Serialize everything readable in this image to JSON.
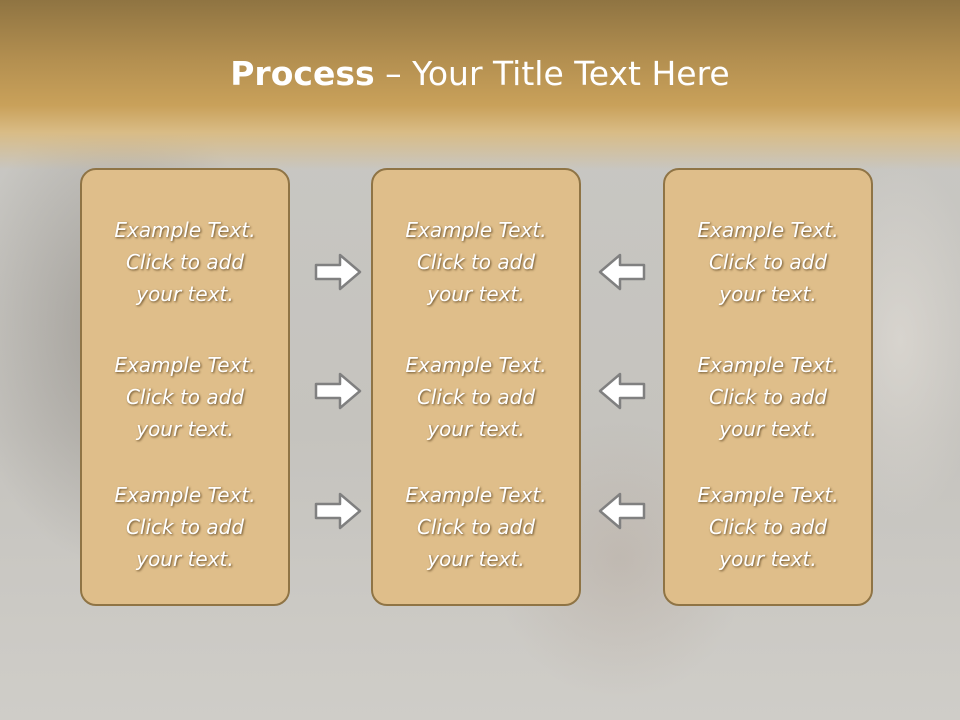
{
  "title": {
    "bold": "Process",
    "rest": " – Your Title Text Here"
  },
  "columns": [
    {
      "items": [
        {
          "line1": "Example Text.",
          "line2": "Click  to add",
          "line3": "your text."
        },
        {
          "line1": "Example Text.",
          "line2": "Click  to add",
          "line3": "your text."
        },
        {
          "line1": "Example Text.",
          "line2": "Click  to add",
          "line3": "your text."
        }
      ]
    },
    {
      "items": [
        {
          "line1": "Example Text.",
          "line2": "Click  to add",
          "line3": "your text."
        },
        {
          "line1": "Example Text.",
          "line2": "Click  to add",
          "line3": "your text."
        },
        {
          "line1": "Example Text.",
          "line2": "Click  to add",
          "line3": "your text."
        }
      ]
    },
    {
      "items": [
        {
          "line1": "Example Text.",
          "line2": "Click  to add",
          "line3": "your text."
        },
        {
          "line1": "Example Text.",
          "line2": "Click  to add",
          "line3": "your text."
        },
        {
          "line1": "Example Text.",
          "line2": "Click  to add",
          "line3": "your text."
        }
      ]
    }
  ],
  "arrows": {
    "left_column": [
      "arrow-right-icon",
      "arrow-right-icon",
      "arrow-right-icon"
    ],
    "right_column": [
      "arrow-left-icon",
      "arrow-left-icon",
      "arrow-left-icon"
    ]
  },
  "colors": {
    "header_top": "#8f7442",
    "header_accent": "#c9a15a",
    "box_fill": "#dfbe8a",
    "box_border": "#8f7445",
    "arrow_fill": "#ffffff",
    "arrow_stroke": "#808080"
  }
}
